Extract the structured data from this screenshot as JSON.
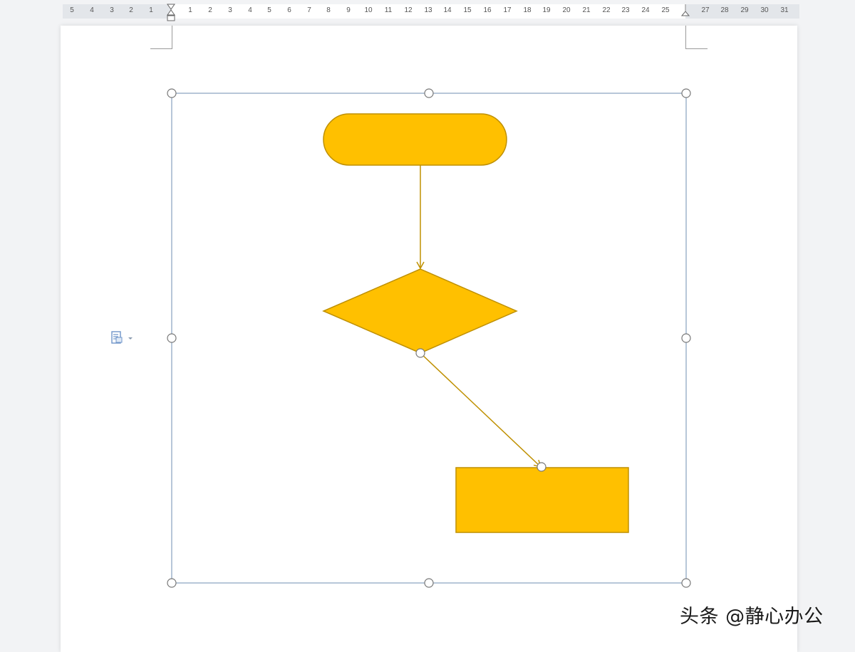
{
  "ruler": {
    "left_labels": [
      "5",
      "4",
      "3",
      "2",
      "1"
    ],
    "right_labels": [
      "1",
      "2",
      "3",
      "4",
      "5",
      "6",
      "7",
      "8",
      "9",
      "10",
      "11",
      "12",
      "13",
      "14",
      "15",
      "16",
      "17",
      "18",
      "19",
      "20",
      "21",
      "22",
      "23",
      "24",
      "25"
    ],
    "far_labels": [
      "27",
      "28",
      "29",
      "30",
      "31"
    ]
  },
  "flowchart": {
    "shape_fill": "#FFC000",
    "shape_stroke": "#BF9000",
    "selection_stroke": "#9fb4cc",
    "shapes": [
      {
        "name": "terminator-shape",
        "kind": "terminator"
      },
      {
        "name": "decision-shape",
        "kind": "decision"
      },
      {
        "name": "process-shape",
        "kind": "process"
      }
    ],
    "connectors": [
      {
        "name": "connector-start-to-decision",
        "from": "terminator",
        "to": "decision"
      },
      {
        "name": "connector-decision-to-process",
        "from": "decision",
        "to": "process"
      }
    ]
  },
  "layout_options_icon": "layout-options-icon",
  "watermark": {
    "text": "头条 @静心办公"
  }
}
